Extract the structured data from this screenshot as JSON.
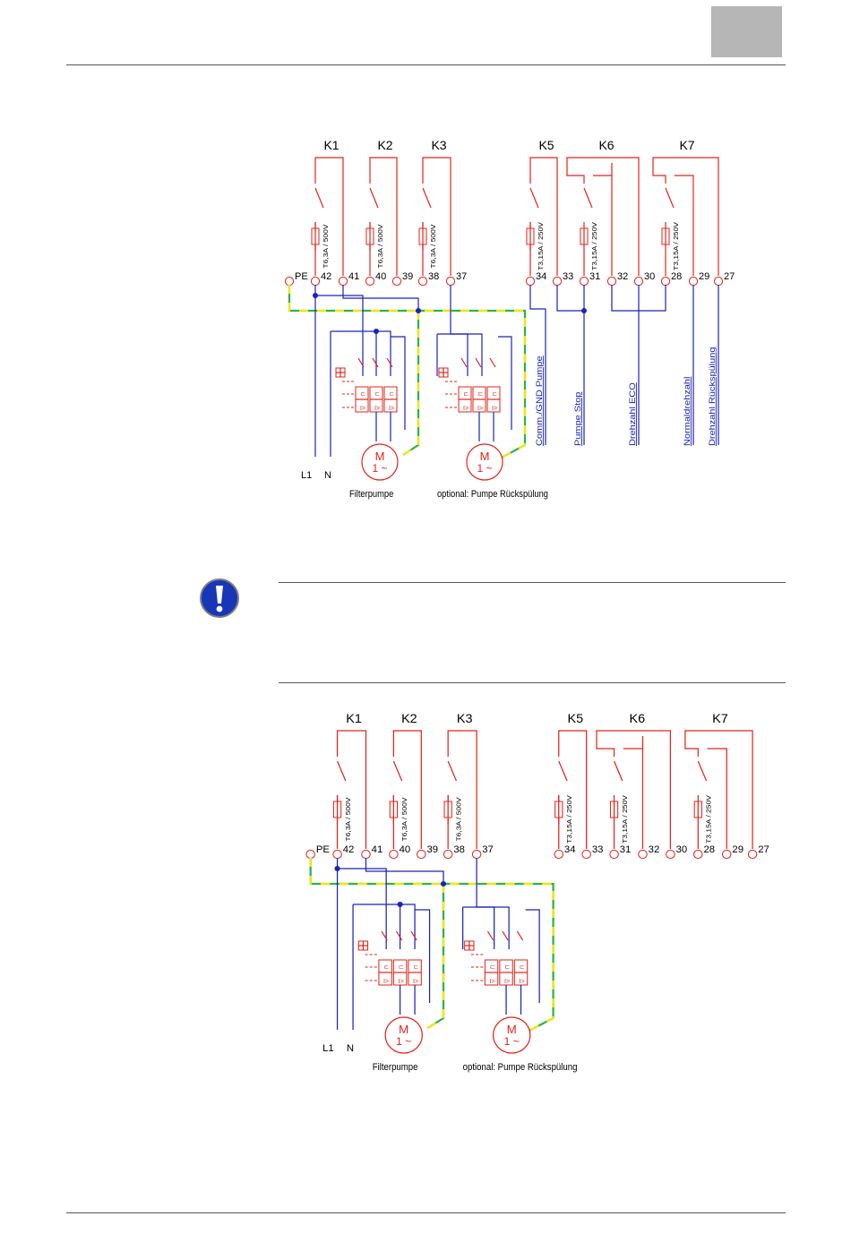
{
  "header": {
    "tab_color": "#b6b6b6"
  },
  "colors": {
    "wire_red": "#e2231a",
    "wire_blue": "#1a23b8",
    "pe_green": "#2db34a",
    "pe_yellow": "#f5e600",
    "icon_blue": "#1836b8"
  },
  "note": {
    "icon": "exclamation-icon"
  },
  "diagrams": [
    {
      "relays": [
        "K1",
        "K2",
        "K3",
        "K5",
        "K6",
        "K7"
      ],
      "fuses": [
        "T6,3A / 500V",
        "T6,3A / 500V",
        "T6,3A / 500V",
        "T3,15A / 250V",
        "T3,15A / 250V",
        "T3,15A / 250V"
      ],
      "terminals": [
        "PE",
        "42",
        "41",
        "40",
        "39",
        "38",
        "37",
        "34",
        "33",
        "31",
        "32",
        "30",
        "28",
        "29",
        "27"
      ],
      "supply": [
        "L1",
        "N"
      ],
      "motor_symbol": [
        "M",
        "1 ~"
      ],
      "motor_labels": [
        "Filterpumpe",
        "optional: Pumpe Rückspülung"
      ],
      "signal_labels": [
        "Comm./GND Pumpe",
        "Pumpe Stop",
        "Drehzahl ECO",
        "Normaldrehzahl",
        "Drehzahl Rückspülung"
      ]
    },
    {
      "relays": [
        "K1",
        "K2",
        "K3",
        "K5",
        "K6",
        "K7"
      ],
      "fuses": [
        "T6,3A / 500V",
        "T6,3A / 500V",
        "T6,3A / 500V",
        "T3,15A / 250V",
        "T3,15A / 250V",
        "T3,15A / 250V"
      ],
      "terminals": [
        "PE",
        "42",
        "41",
        "40",
        "39",
        "38",
        "37",
        "34",
        "33",
        "31",
        "32",
        "30",
        "28",
        "29",
        "27"
      ],
      "supply": [
        "L1",
        "N"
      ],
      "motor_symbol": [
        "M",
        "1 ~"
      ],
      "motor_labels": [
        "Filterpumpe",
        "optional: Pumpe Rückspülung"
      ]
    }
  ]
}
